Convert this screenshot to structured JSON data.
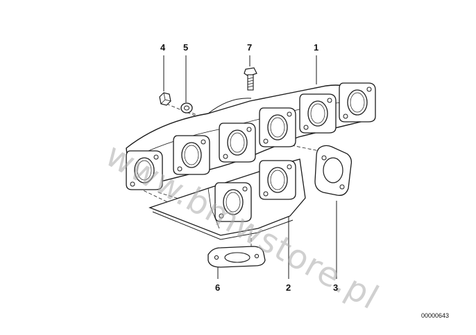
{
  "callouts": {
    "c1": "1",
    "c2": "2",
    "c3": "3",
    "c4": "4",
    "c5": "5",
    "c6": "6",
    "c7": "7"
  },
  "drawing_code": "00000643",
  "watermark": "www.bmwstore.pl",
  "colors": {
    "line": "#1a1a1a",
    "background": "#ffffff",
    "watermark": "#aaaaaa"
  }
}
